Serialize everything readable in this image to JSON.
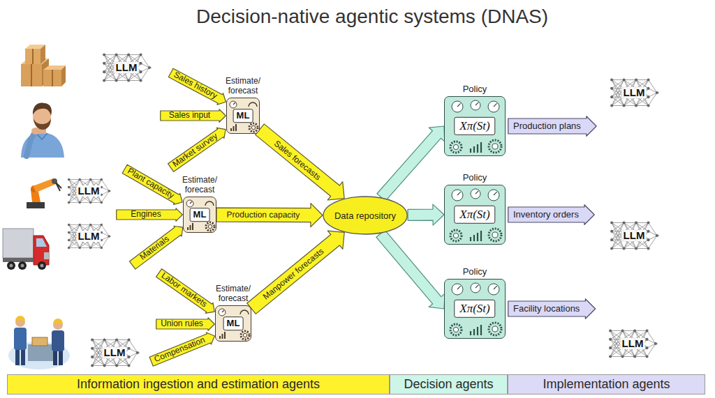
{
  "diagram": {
    "title": "Decision-native agentic systems (DNAS)",
    "nodes": [
      {
        "text": [
          "Sales history"
        ]
      },
      {
        "text": [
          "Sales input"
        ]
      },
      {
        "text": [
          "Market survey"
        ]
      },
      {
        "text": [
          "Estimate/ forecast",
          "ML"
        ]
      },
      {
        "text": [
          "Plant capacity"
        ]
      },
      {
        "text": [
          "Engines"
        ]
      },
      {
        "text": [
          "Materials"
        ]
      },
      {
        "text": [
          "Estimate/ forecast",
          "ML"
        ]
      },
      {
        "text": [
          "Labor markets"
        ]
      },
      {
        "text": [
          "Union rules"
        ]
      },
      {
        "text": [
          "Compensation"
        ]
      },
      {
        "text": [
          "Estimate/ forecast",
          "ML"
        ]
      },
      {
        "text": [
          "Data repository"
        ]
      },
      {
        "text": [
          "Policy",
          "Xπ(St)"
        ]
      },
      {
        "text": [
          "Production plans"
        ]
      },
      {
        "text": [
          "Policy",
          "Xπ(St)"
        ]
      },
      {
        "text": [
          "Inventory orders"
        ]
      },
      {
        "text": [
          "Policy",
          "Xπ(St)"
        ]
      },
      {
        "text": [
          "Facility locations"
        ]
      },
      {
        "text": [
          "Information ingestion and estimation agents"
        ]
      },
      {
        "text": [
          "Decision agents"
        ]
      },
      {
        "text": [
          "Implementation agents"
        ]
      }
    ],
    "edges": [
      {
        "from": 3,
        "to": 12,
        "label": "Sales forecasts",
        "arrow": "to"
      },
      {
        "from": 7,
        "to": 12,
        "label": "Production capacity",
        "arrow": "to"
      },
      {
        "from": 11,
        "to": 12,
        "label": "Manpower forecasts",
        "arrow": "to"
      },
      {
        "from": 12,
        "to": 13,
        "arrow": "to"
      },
      {
        "from": 12,
        "to": 15,
        "arrow": "to"
      },
      {
        "from": 12,
        "to": 17,
        "arrow": "to"
      }
    ],
    "labels": [
      "LLM",
      "LLM",
      "LLM",
      "LLM",
      "LLM",
      "LLM",
      "LLM"
    ]
  }
}
